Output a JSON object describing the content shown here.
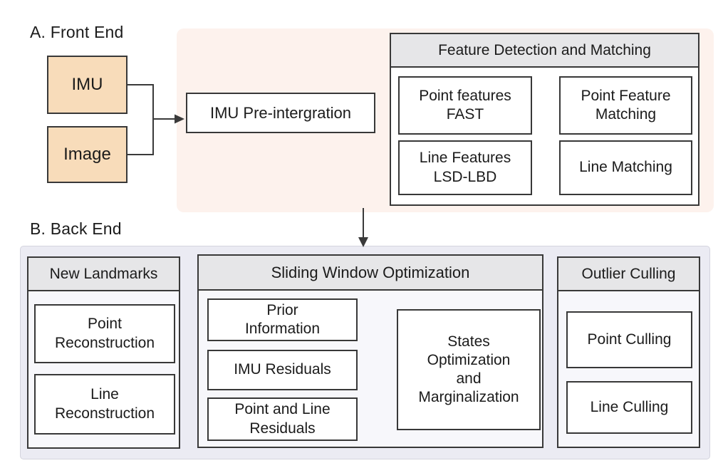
{
  "colors": {
    "peach": "#f8dcba",
    "pink": "#fdf2ed",
    "header": "#e6e6e8",
    "backdrop": "#ebebf3",
    "panelBody": "#f7f7fb",
    "boxFill": "#ffffff",
    "border": "#383838",
    "arrow": "#3a3a3a",
    "text": "#1b1b1b"
  },
  "labels": {
    "front_end_section": "A. Front End",
    "back_end_section": "B. Back End"
  },
  "front_end": {
    "imu": "IMU",
    "image": "Image",
    "preintegration": "IMU Pre-intergration",
    "feature_panel": {
      "title": "Feature Detection and Matching",
      "point_features": "Point features\nFAST",
      "point_matching": "Point Feature\nMatching",
      "line_features": "Line Features\nLSD-LBD",
      "line_matching": "Line Matching"
    }
  },
  "back_end": {
    "new_landmarks": {
      "title": "New Landmarks",
      "point_reconstruction": "Point\nReconstruction",
      "line_reconstruction": "Line\nReconstruction"
    },
    "sliding_window": {
      "title": "Sliding Window Optimization",
      "prior_information": "Prior\nInformation",
      "imu_residuals": "IMU Residuals",
      "point_line_residuals": "Point and Line\nResiduals",
      "states_optimization": "States\nOptimization\nand\nMarginalization"
    },
    "outlier_culling": {
      "title": "Outlier Culling",
      "point_culling": "Point Culling",
      "line_culling": "Line Culling"
    }
  }
}
